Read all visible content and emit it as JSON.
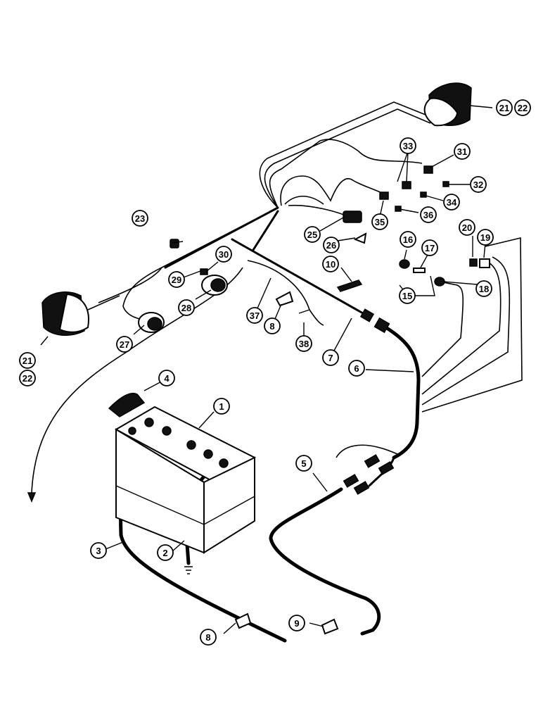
{
  "callouts": {
    "c1": "1",
    "c2": "2",
    "c3": "3",
    "c4": "4",
    "c5": "5",
    "c6": "6",
    "c7": "7",
    "c8a": "8",
    "c8b": "8",
    "c9": "9",
    "c10": "10",
    "c15": "15",
    "c16": "16",
    "c17": "17",
    "c18": "18",
    "c19": "19",
    "c20": "20",
    "c21a": "21",
    "c22a": "22",
    "c21b": "21",
    "c22b": "22",
    "c23": "23",
    "c25": "25",
    "c26": "26",
    "c27": "27",
    "c28": "28",
    "c29": "29",
    "c30": "30",
    "c31": "31",
    "c32": "32",
    "c33": "33",
    "c34": "34",
    "c35": "35",
    "c36": "36",
    "c37": "37",
    "c38": "38"
  }
}
